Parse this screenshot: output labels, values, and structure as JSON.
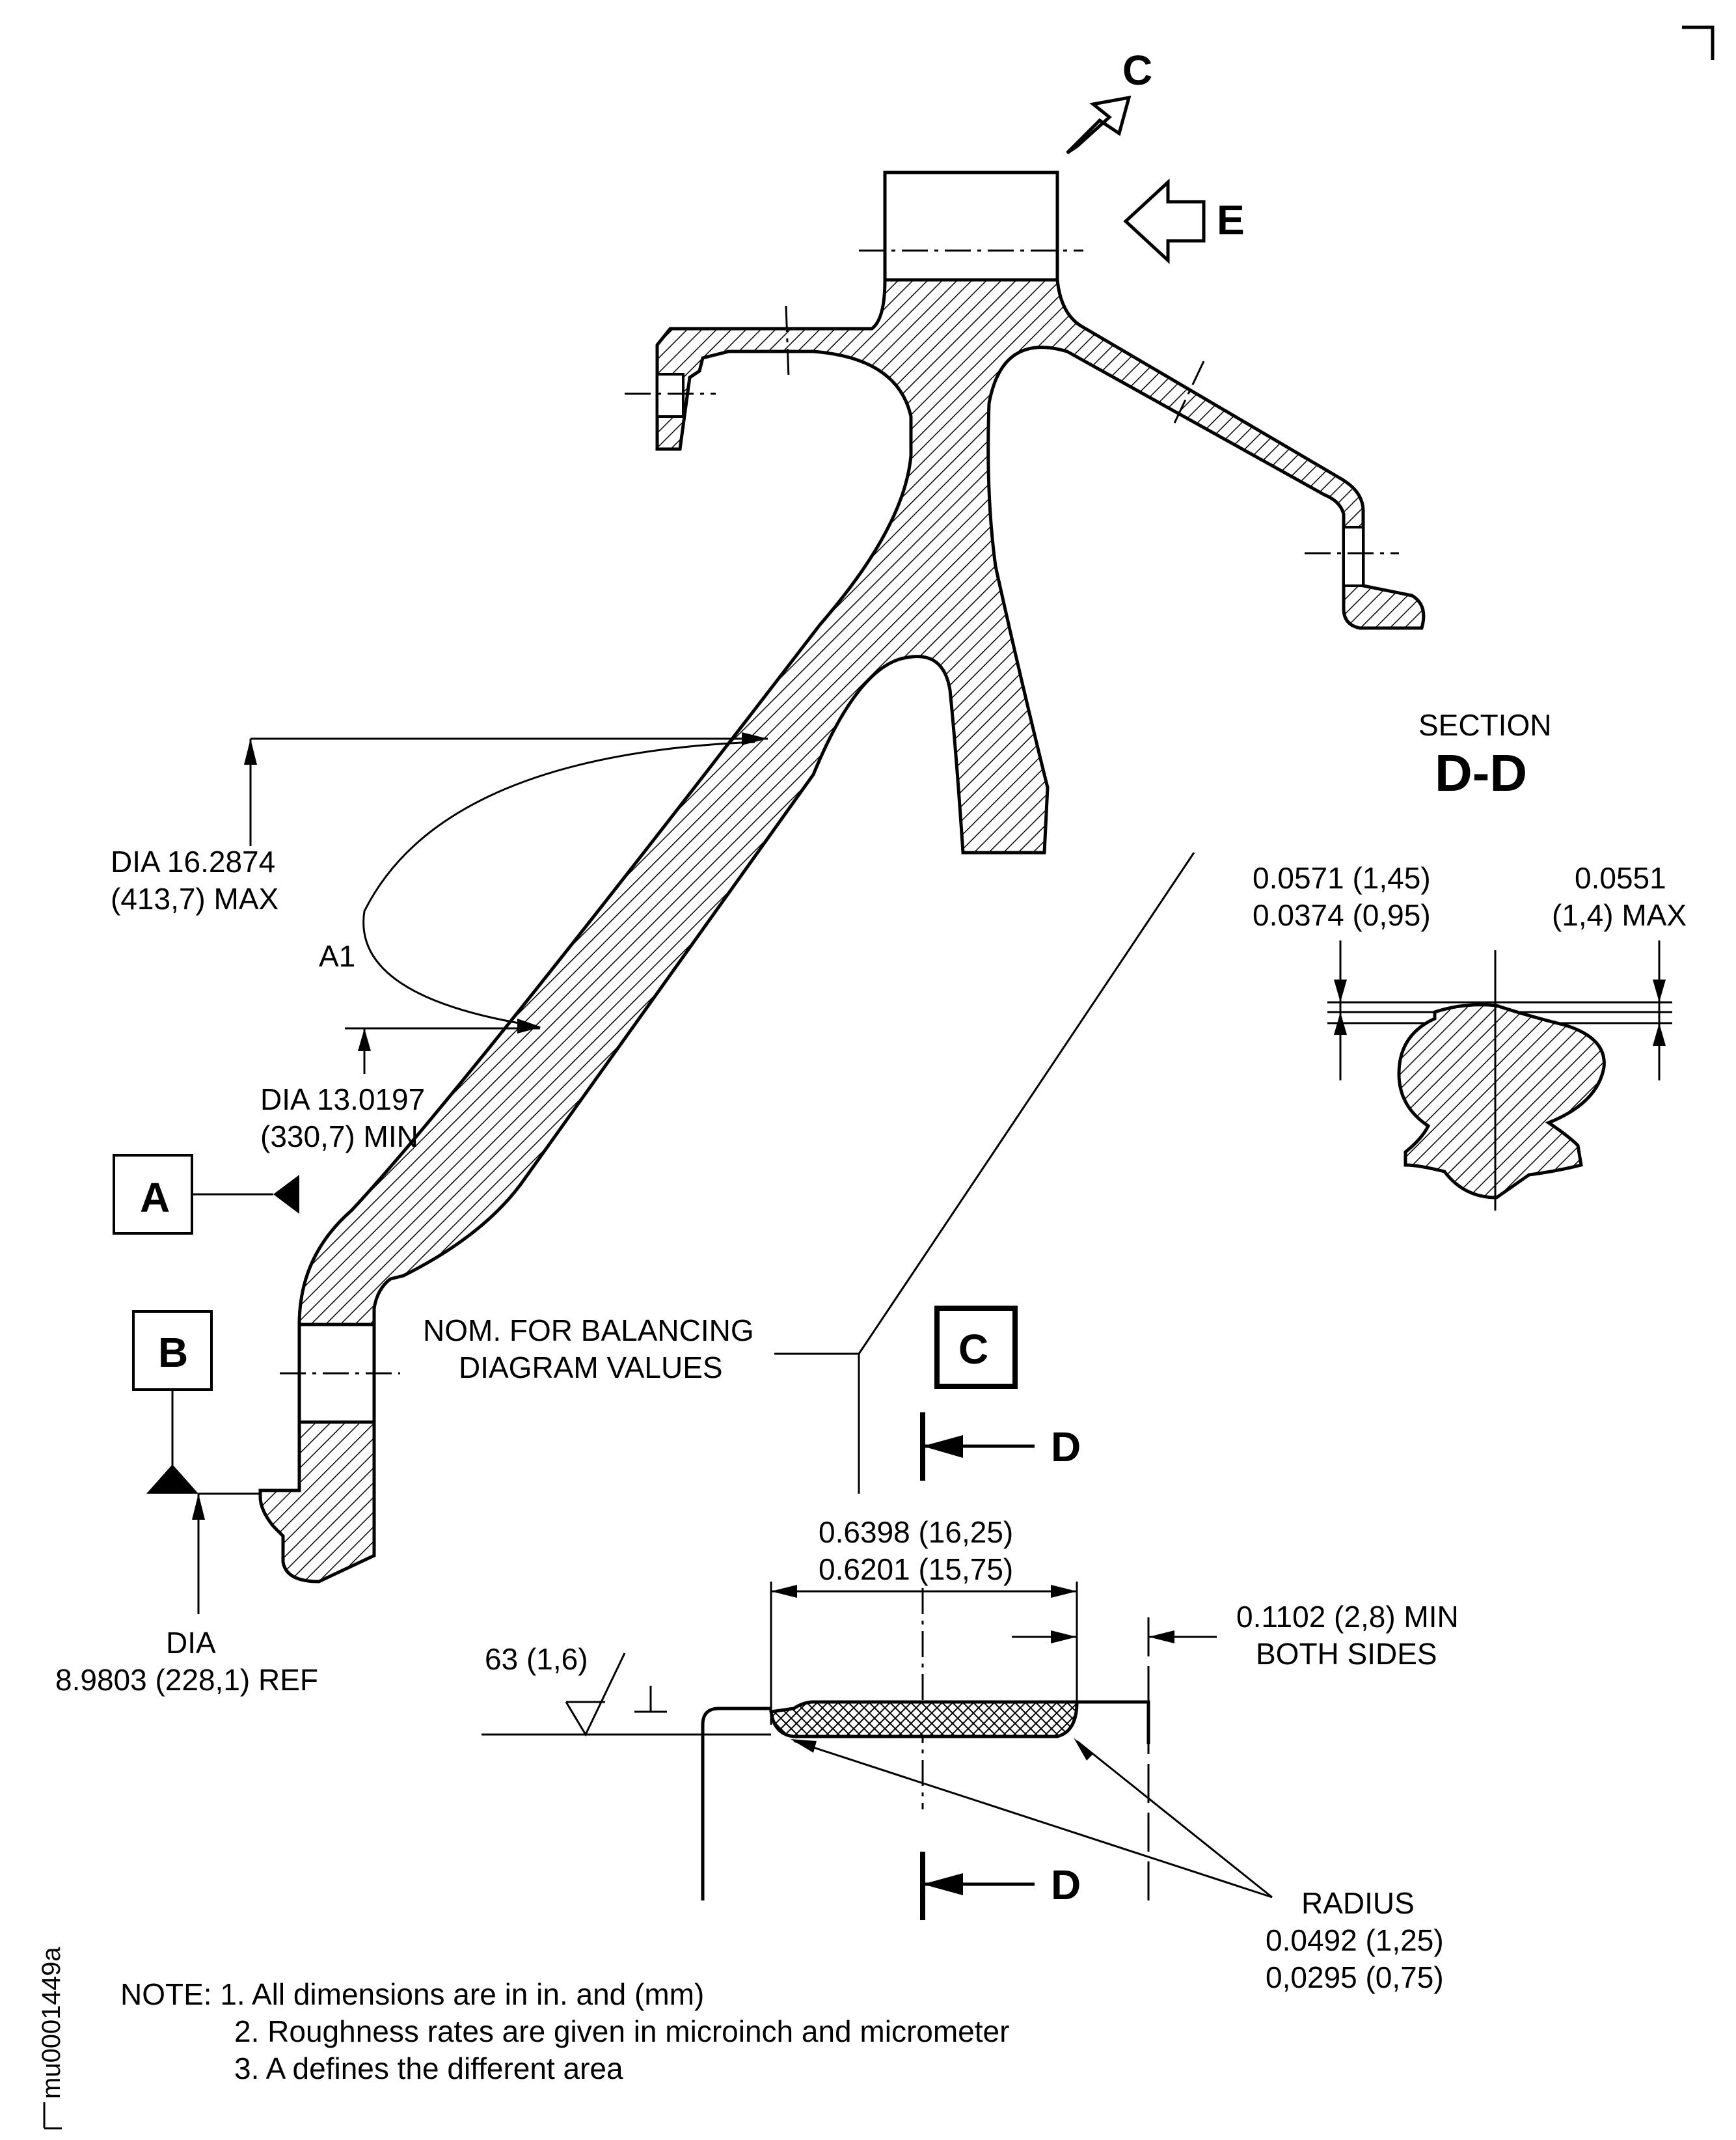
{
  "labels": {
    "view_c": "C",
    "view_e": "E",
    "section_title": "SECTION",
    "section_name": "D-D",
    "datum_a": "A",
    "datum_b": "B",
    "detail_c": "C",
    "section_arrow_top": "D",
    "section_arrow_bottom": "D",
    "zone_a1": "A1"
  },
  "dimensions": {
    "dia_max_line1": "DIA 16.2874",
    "dia_max_line2": "(413,7) MAX",
    "dia_min_line1": "DIA 13.0197",
    "dia_min_line2": "(330,7) MIN",
    "dia_ref_line1": "DIA",
    "dia_ref_line2": "8.9803 (228,1) REF",
    "nom_line1": "NOM. FOR BALANCING",
    "nom_line2": "DIAGRAM VALUES",
    "width_line1": "0.6398 (16,25)",
    "width_line2": "0.6201 (15,75)",
    "edge_line1": "0.1102 (2,8) MIN",
    "edge_line2": "BOTH SIDES",
    "roughness": "63 (1,6)",
    "radius_line1": "RADIUS",
    "radius_line2": "0.0492 (1,25)",
    "radius_line3": "0,0295 (0,75)",
    "dd_left_line1": "0.0571 (1,45)",
    "dd_left_line2": "0.0374 (0,95)",
    "dd_right_line1": "0.0551",
    "dd_right_line2": "(1,4) MAX"
  },
  "notes": {
    "line1": "NOTE: 1. All dimensions are in in. and (mm)",
    "line2": "2. Roughness rates are given in microinch and micrometer",
    "line3": "3. A defines the different area"
  },
  "figure_id": "mu0001449a"
}
